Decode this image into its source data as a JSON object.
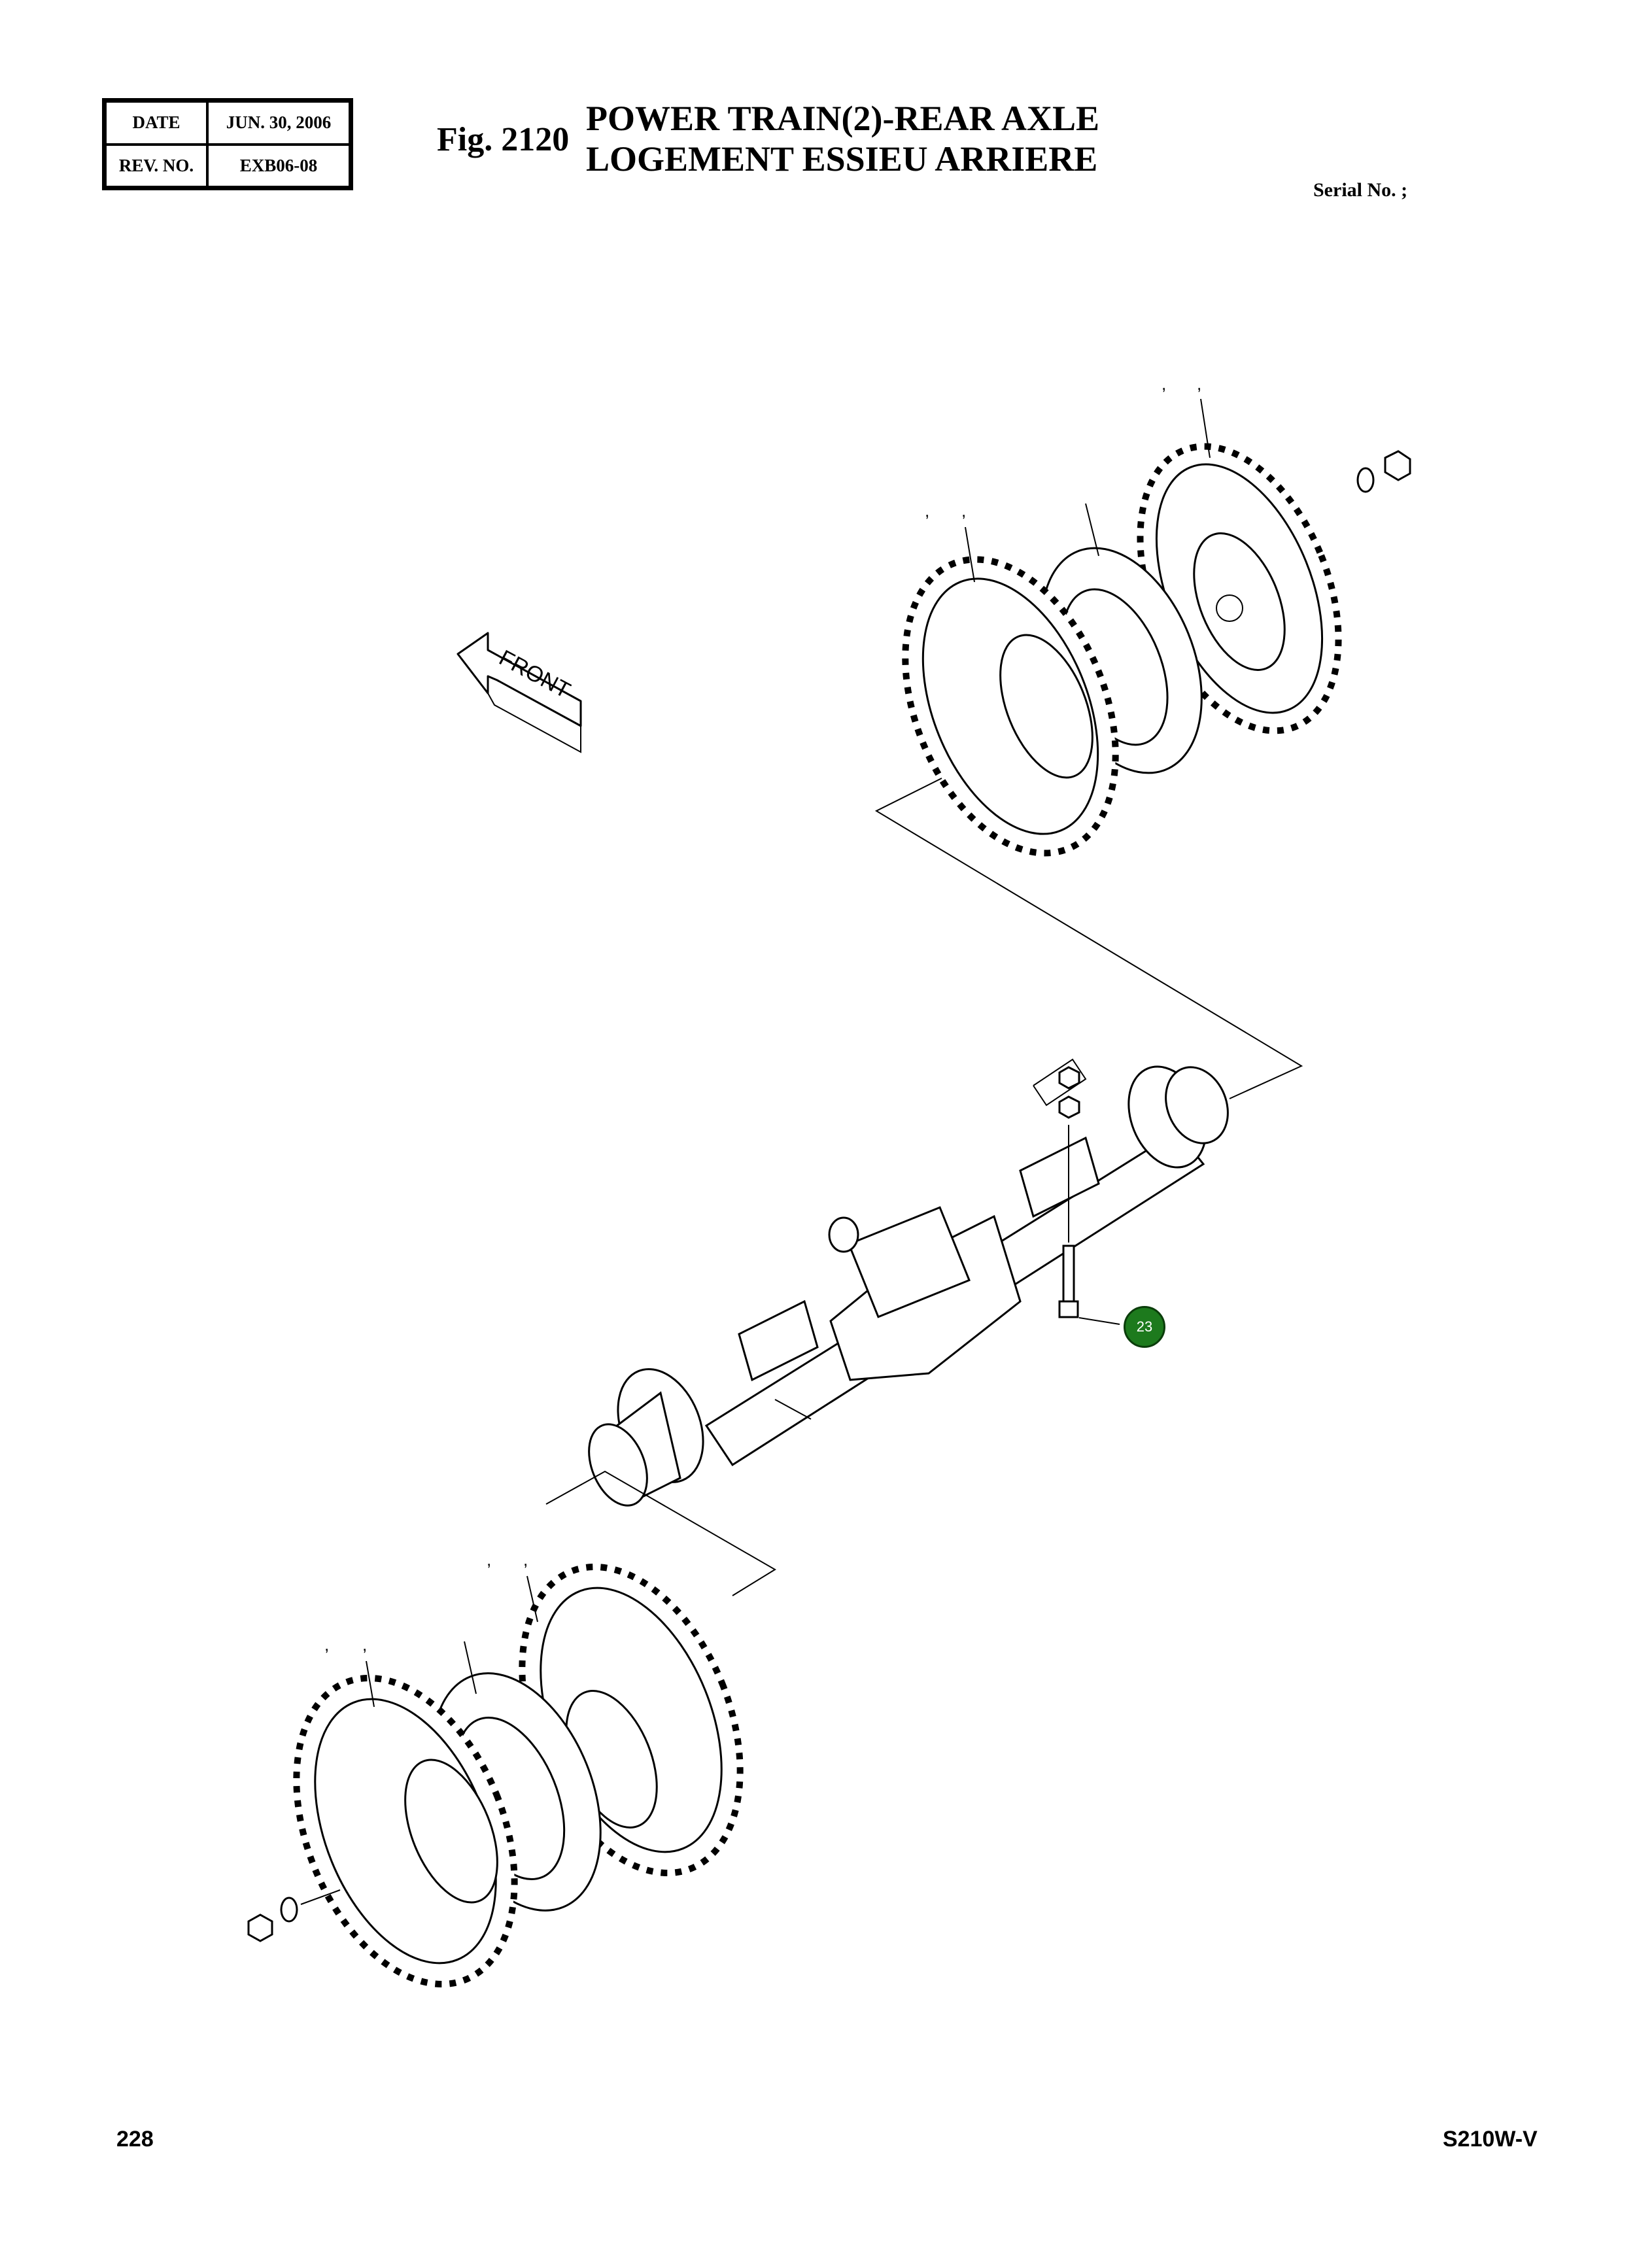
{
  "header": {
    "date_label": "DATE",
    "date_value": "JUN. 30, 2006",
    "rev_label": "REV. NO.",
    "rev_value": "EXB06-08"
  },
  "figure": {
    "number": "Fig. 2120",
    "title_en": "POWER TRAIN(2)-REAR AXLE",
    "title_fr": "LOGEMENT ESSIEU ARRIERE"
  },
  "serial_label": "Serial No. ;",
  "direction_label": "FRONT",
  "callouts": [
    {
      "id": "23",
      "label": "23",
      "color": "#1d7a1d"
    }
  ],
  "footer": {
    "page": "228",
    "model": "S210W-V"
  }
}
